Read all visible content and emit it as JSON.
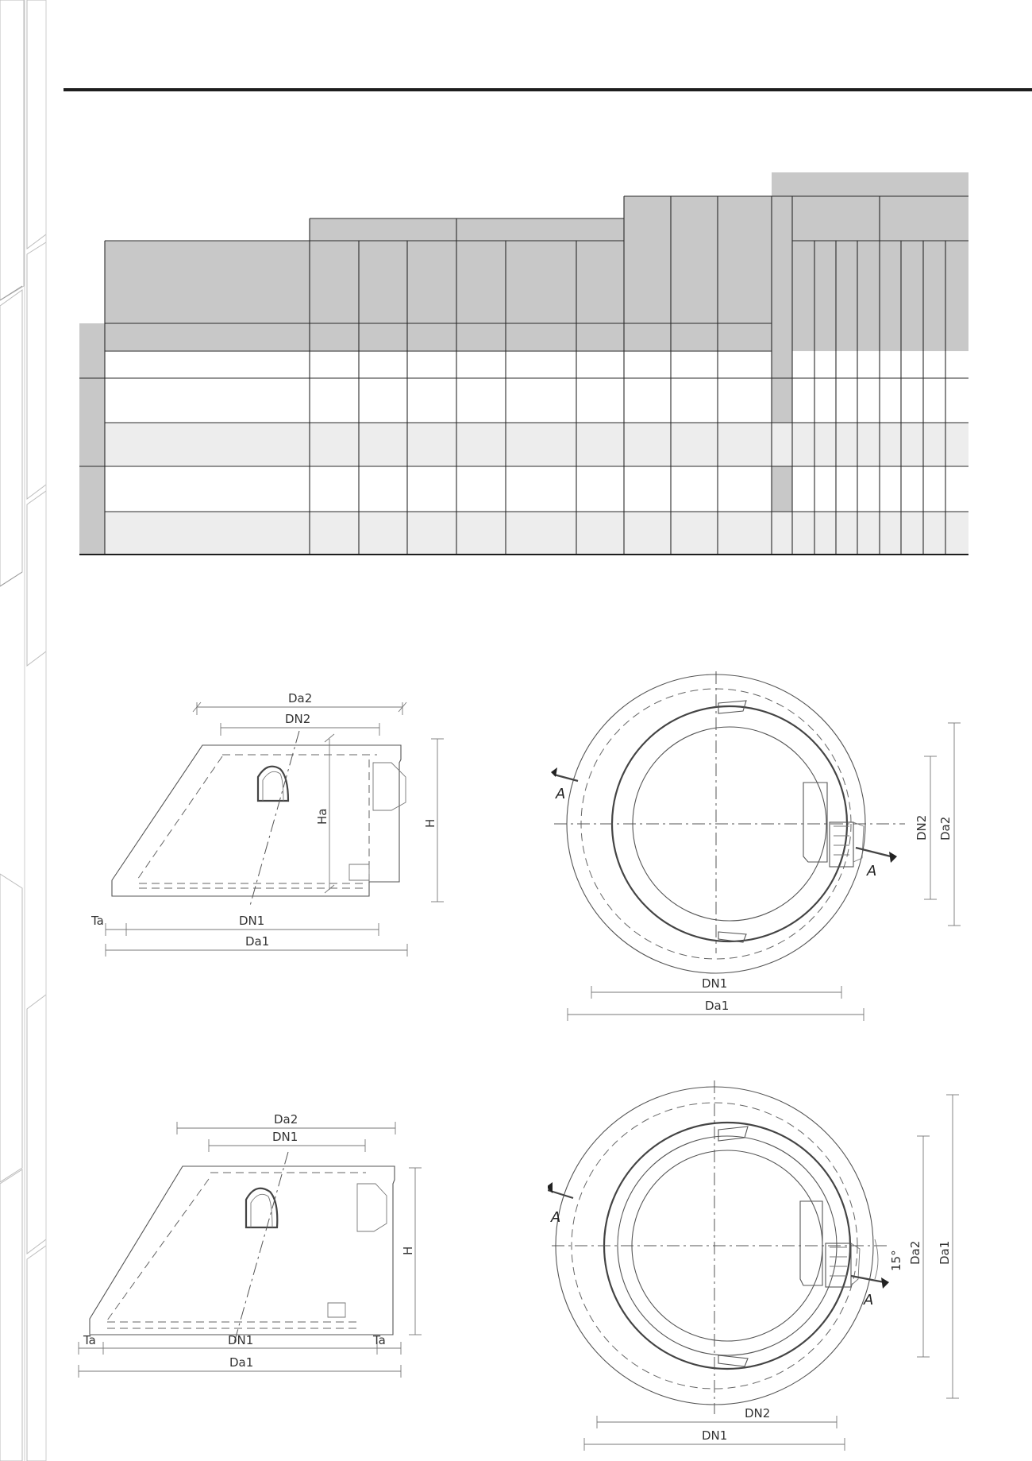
{
  "labels": {
    "da2": "Da2",
    "dn2": "DN2",
    "dn1": "DN1",
    "da1": "Da1",
    "ha": "Ha",
    "h": "H",
    "ta": "Ta",
    "section": "A",
    "angle": "15°"
  },
  "colors": {
    "header_fill": "#c8c8c8",
    "row_alt": "#ededed",
    "line": "#1e1e1e",
    "drawing_line": "#555555"
  }
}
